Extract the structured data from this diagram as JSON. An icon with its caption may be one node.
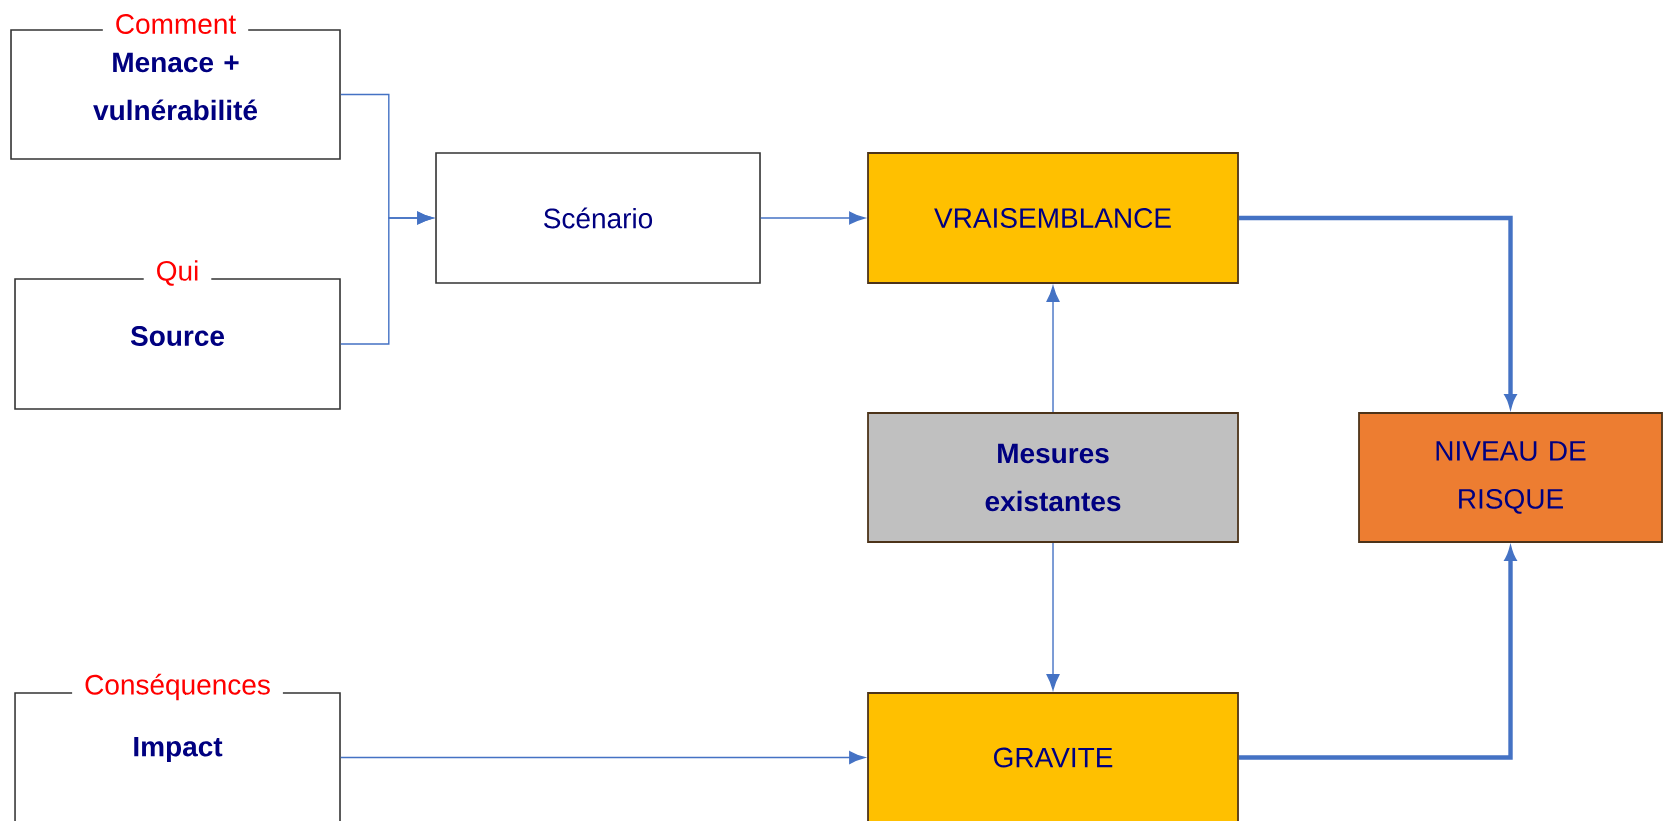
{
  "diagram": {
    "nodes": [
      {
        "text": [
          "Comment",
          "Menace + vulnérabilité"
        ]
      },
      {
        "text": [
          "Qui",
          "Source"
        ]
      },
      {
        "text": [
          "Conséquences",
          "Impact"
        ]
      },
      {
        "text": [
          "Scénario"
        ]
      },
      {
        "text": [
          "VRAISEMBLANCE"
        ]
      },
      {
        "text": [
          "Mesures existantes"
        ]
      },
      {
        "text": [
          "NIVEAU DE RISQUE"
        ]
      },
      {
        "text": [
          "GRAVITE"
        ]
      }
    ],
    "edges": [
      {
        "from": 0,
        "to": 3,
        "arrow": "to"
      },
      {
        "from": 1,
        "to": 3,
        "arrow": "to"
      },
      {
        "from": 3,
        "to": 4,
        "arrow": "to"
      },
      {
        "from": 5,
        "to": 4,
        "arrow": "to"
      },
      {
        "from": 5,
        "to": 7,
        "arrow": "to"
      },
      {
        "from": 2,
        "to": 7,
        "arrow": "to"
      },
      {
        "from": 4,
        "to": 6,
        "arrow": "to",
        "style": "thick"
      },
      {
        "from": 7,
        "to": 6,
        "arrow": "to",
        "style": "thick"
      }
    ]
  }
}
